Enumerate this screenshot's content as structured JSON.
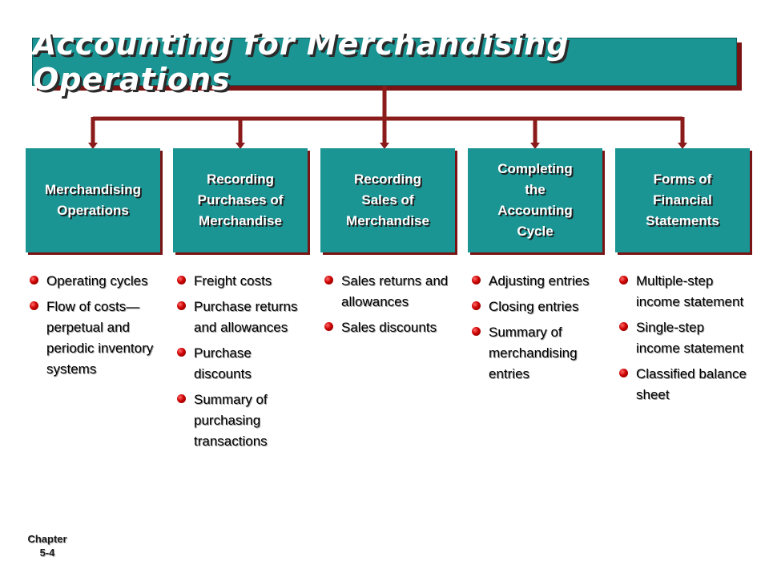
{
  "title": "Accounting for Merchandising Operations",
  "colors": {
    "box_fill": "#1b9494",
    "shadow": "#7a1414",
    "connector": "#8b1a1a",
    "bullet": "#cc0000"
  },
  "categories": [
    {
      "label": "Merchandising\nOperations",
      "bullets": [
        "Operating cycles",
        "Flow of costs—perpetual and periodic inventory systems"
      ]
    },
    {
      "label": "Recording\nPurchases of\nMerchandise",
      "bullets": [
        "Freight costs",
        "Purchase returns and allowances",
        "Purchase discounts",
        "Summary of purchasing transactions"
      ]
    },
    {
      "label": "Recording\nSales of\nMerchandise",
      "bullets": [
        "Sales returns and allowances",
        "Sales discounts"
      ]
    },
    {
      "label": "Completing\nthe\nAccounting\nCycle",
      "bullets": [
        "Adjusting entries",
        "Closing entries",
        "Summary of merchandising entries"
      ]
    },
    {
      "label": "Forms of\nFinancial\nStatements",
      "bullets": [
        "Multiple-step income statement",
        "Single-step income statement",
        "Classified balance sheet"
      ]
    }
  ],
  "footer": {
    "line1": "Chapter",
    "line2": "5-4"
  }
}
